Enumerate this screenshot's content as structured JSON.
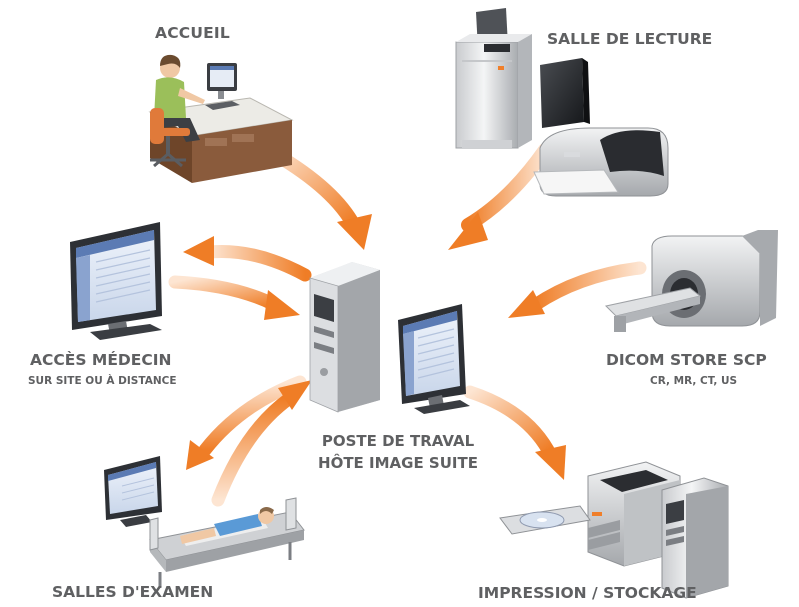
{
  "nodes": {
    "accueil": {
      "title": "ACCUEIL"
    },
    "salle_lecture": {
      "title": "SALLE DE LECTURE"
    },
    "acces_medecin": {
      "title": "ACCÈS MÉDECIN",
      "subtitle": "SUR SITE OU À DISTANCE"
    },
    "dicom": {
      "title": "DICOM STORE SCP",
      "subtitle": "CR, MR, CT, US"
    },
    "poste": {
      "line1": "POSTE DE TRAVAL",
      "line2": "HÔTE IMAGE SUITE"
    },
    "salles_examen": {
      "title": "SALLES D'EXAMEN"
    },
    "impression": {
      "title": "IMPRESSION / STOCKAGE"
    }
  },
  "colors": {
    "arrow": "#f07f2a",
    "arrow_light": "#fbd9bd",
    "label": "#5f6062"
  },
  "icons": {
    "accueil": "receptionist-desk-icon",
    "salle_lecture": "cr-reader-icon",
    "acces_medecin": "monitor-icon",
    "dicom": "mri-scanner-icon",
    "poste": "workstation-icon",
    "salles_examen": "exam-bed-icon",
    "impression": "printer-storage-icon"
  }
}
